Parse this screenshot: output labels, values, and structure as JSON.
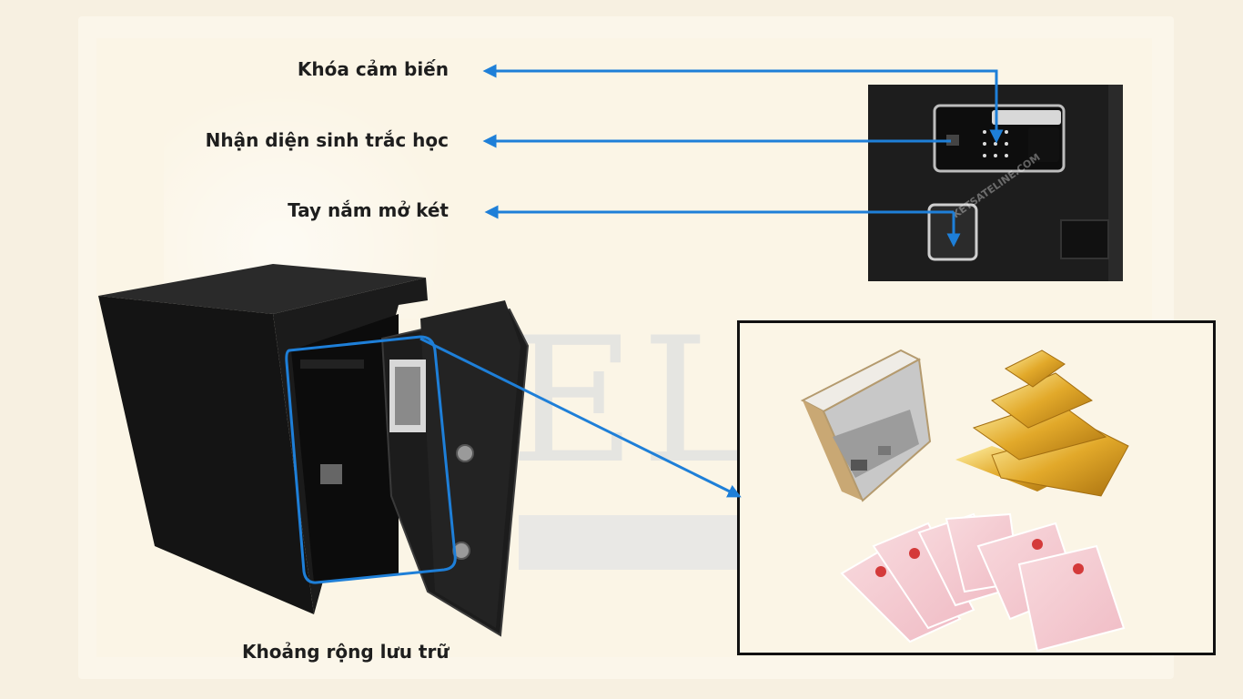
{
  "labels": {
    "sensor_lock": "Khóa cảm biến",
    "biometric": "Nhận diện sinh trắc học",
    "handle": "Tay nắm mở két",
    "storage": "Khoảng rộng lưu trữ"
  },
  "watermark": {
    "brand_text": "ELINE",
    "photo_watermark": "KETSATELINE.COM"
  },
  "colors": {
    "background": "#f7f0e1",
    "arrow": "#1e7fd8",
    "safe_body": "#1b1b1b"
  },
  "icons": [
    "arrow-icon",
    "safe-image",
    "safe-lock-panel-image",
    "book-safe-image",
    "gold-bars-image",
    "land-certificates-image"
  ]
}
